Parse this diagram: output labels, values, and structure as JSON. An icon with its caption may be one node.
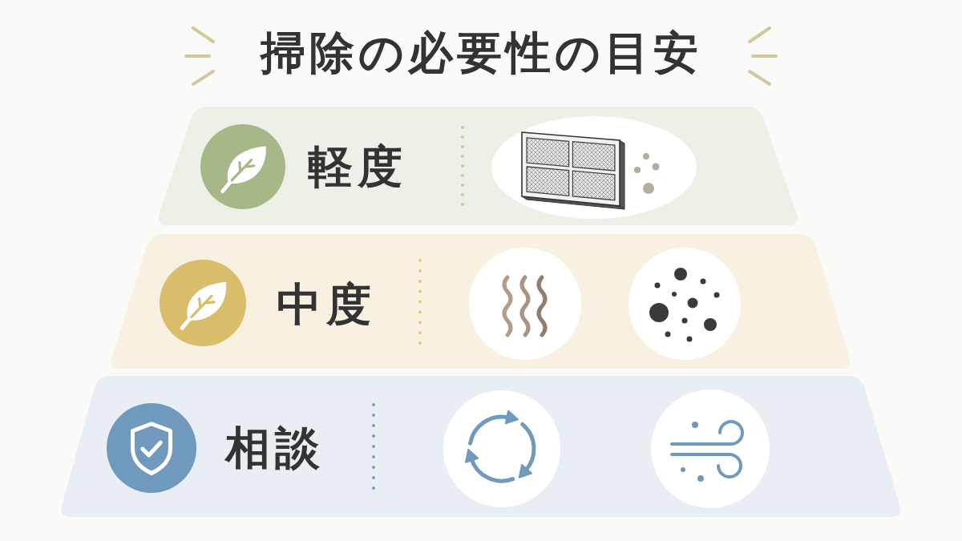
{
  "diagram": {
    "title": "掃除の必要性の目安",
    "nodes": [
      {
        "text": [
          "軽度"
        ]
      },
      {
        "text": [
          "中度"
        ]
      },
      {
        "text": [
          "相談"
        ]
      }
    ]
  }
}
